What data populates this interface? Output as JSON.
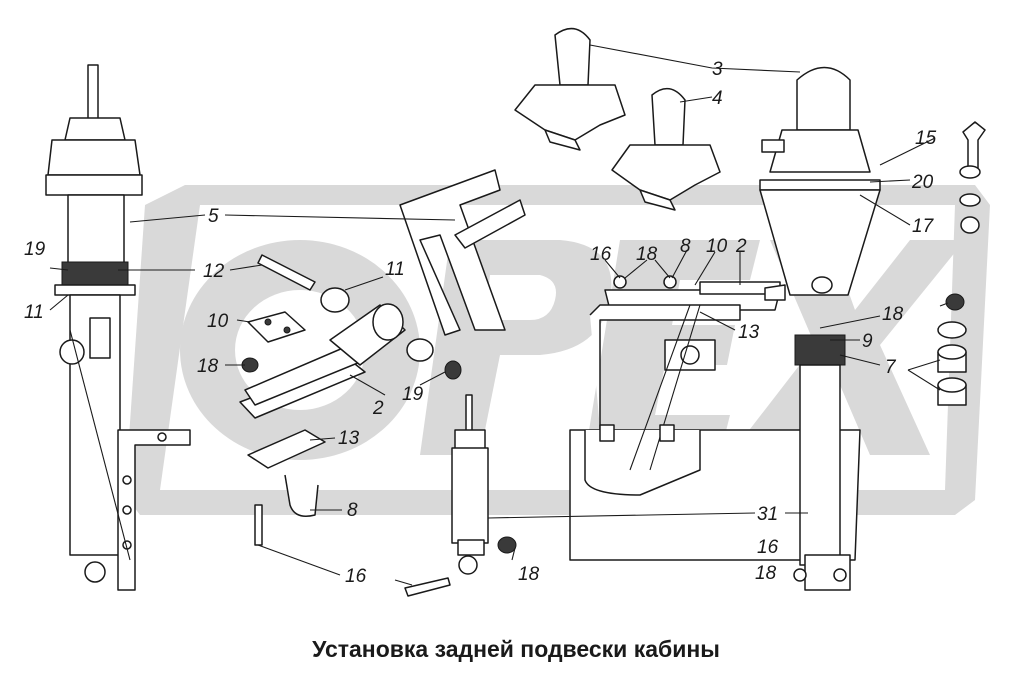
{
  "caption": "Установка задней подвески кабины",
  "watermark": "OPEX",
  "labels": {
    "l3": "3",
    "l4": "4",
    "l5": "5",
    "l15": "15",
    "l20": "20",
    "l17": "17",
    "l19a": "19",
    "l11a": "11",
    "l12": "12",
    "l11b": "11",
    "l10a": "10",
    "l18a": "18",
    "l19b": "19",
    "l2a": "2",
    "l13a": "13",
    "l8a": "8",
    "l16a": "16",
    "l16b": "16",
    "l18b": "18",
    "l8b": "8",
    "l10b": "10",
    "l2b": "2",
    "l13b": "13",
    "l18c": "18",
    "l9": "9",
    "l7": "7",
    "l31": "31",
    "l16c": "16",
    "l18d": "18",
    "l18e": "18"
  }
}
